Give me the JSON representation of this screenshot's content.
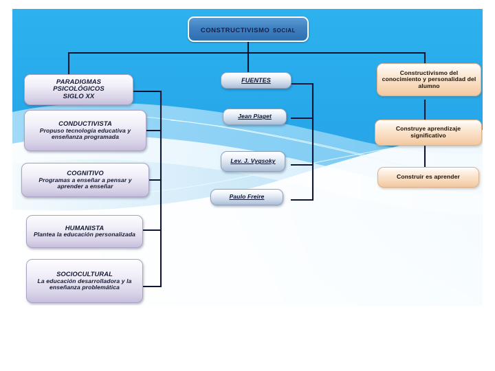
{
  "slide": {
    "kind": "concept-map",
    "background_top_color": "#1a9ee0",
    "background_bottom_color": "#ffffff",
    "connector_color": "#0d1530"
  },
  "title_node": {
    "line1": "CONSTRUCTIVISMO",
    "line2": "SOCIAL",
    "color": "#3f80c0"
  },
  "left_branch": {
    "header": {
      "line1": "PARADIGMAS",
      "line2": "PSICOLÓGICOS",
      "line3": "SIGLO XX"
    },
    "items": [
      {
        "heading": "CONDUCTIVISTA",
        "body": "Propuso tecnología educativa y enseñanza programada"
      },
      {
        "heading": "COGNITIVO",
        "body": "Programas a enseñar a pensar y aprender a enseñar"
      },
      {
        "heading": "HUMANISTA",
        "body": "Plantea la educación personalizada"
      },
      {
        "heading": "SOCIOCULTURAL",
        "body": "La educación desarrolladora y la enseñanza problemática"
      }
    ]
  },
  "middle_branch": {
    "header": "FUENTES",
    "items": [
      {
        "name": "Jean Piaget"
      },
      {
        "name": "Lev. J. Vygsoky"
      },
      {
        "name": "Paulo Freire"
      }
    ]
  },
  "right_branch": {
    "items": [
      {
        "text": "Constructivismo del conocimiento y personalidad del alumno"
      },
      {
        "text": "Construye aprendizaje significativo"
      },
      {
        "text": "Construir es aprender"
      }
    ]
  }
}
